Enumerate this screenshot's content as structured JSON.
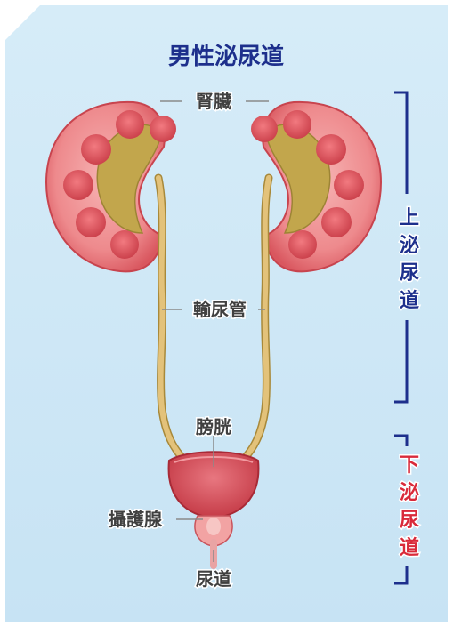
{
  "title": "男性泌尿道",
  "labels": {
    "kidney": "腎臟",
    "ureter": "輸尿管",
    "bladder": "膀胱",
    "prostate": "攝護腺",
    "urethra": "尿道"
  },
  "brackets": {
    "upper": [
      "上",
      "泌",
      "尿",
      "道"
    ],
    "lower": [
      "下",
      "泌",
      "尿",
      "道"
    ]
  },
  "colors": {
    "background": "#cfe8f6",
    "title": "#1d2f8c",
    "upper_bracket": "#1d2f8c",
    "lower_bracket": "#d92a3a",
    "kidney": "#e8757a",
    "pelvis": "#b9a24c",
    "ureter": "#d8b56a",
    "bladder": "#d9505a"
  }
}
